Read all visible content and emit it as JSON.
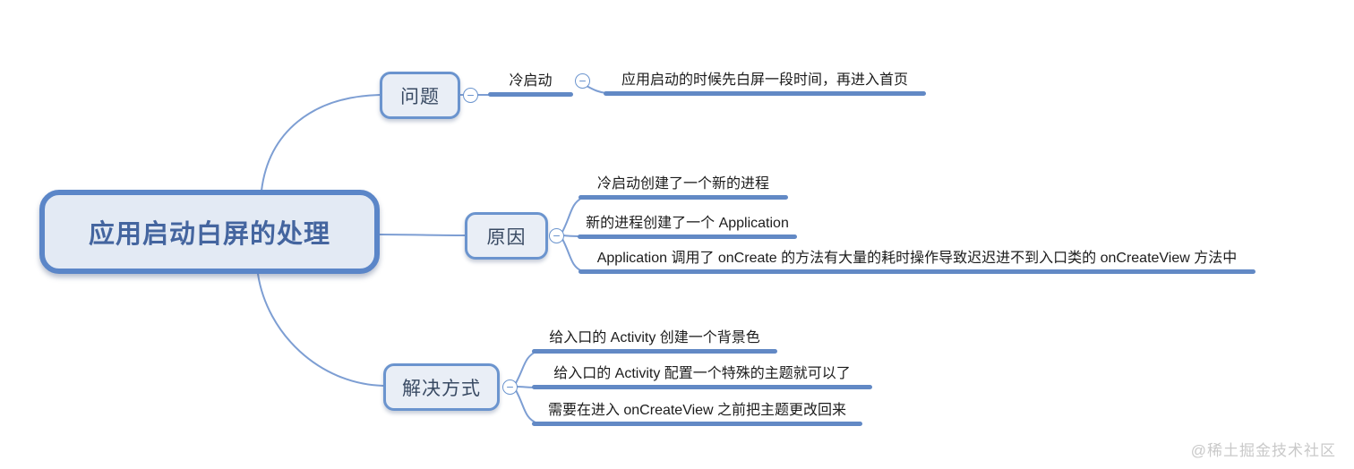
{
  "mindmap": {
    "root": {
      "label": "应用启动白屏的处理"
    },
    "branches": [
      {
        "label": "问题",
        "children": [
          {
            "label": "冷启动",
            "children": [
              {
                "label": "应用启动的时候先白屏一段时间，再进入首页"
              }
            ]
          }
        ]
      },
      {
        "label": "原因",
        "children": [
          {
            "label": "冷启动创建了一个新的进程"
          },
          {
            "label": "新的进程创建了一个 Application"
          },
          {
            "label": "Application 调用了 onCreate 的方法有大量的耗时操作导致迟迟进不到入口类的 onCreateView 方法中"
          }
        ]
      },
      {
        "label": "解决方式",
        "children": [
          {
            "label": "给入口的 Activity 创建一个背景色"
          },
          {
            "label": "给入口的 Activity 配置一个特殊的主题就可以了"
          },
          {
            "label": "需要在进入 onCreateView 之前把主题更改回来"
          }
        ]
      }
    ]
  },
  "icons": {
    "collapse": "minus-circle"
  },
  "colors": {
    "root_border": "#5b86c8",
    "root_fill": "#e3eaf4",
    "root_text": "#44659f",
    "node_border": "#6b94ce",
    "node_fill": "#e9eef6",
    "node_text": "#394a63",
    "branch_line": "#6289c5",
    "thin_line": "#7d9ed3",
    "topic_text": "#1c1c1c",
    "watermark": "#c9c9c9"
  },
  "watermark": {
    "text": "@稀土掘金技术社区"
  }
}
